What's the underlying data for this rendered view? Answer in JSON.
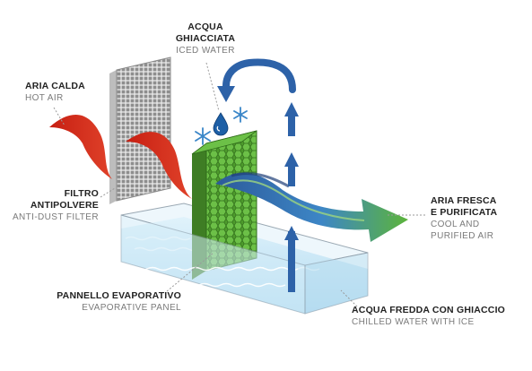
{
  "labels": {
    "iced_water": {
      "it": "ACQUA GHIACCIATA",
      "en": "ICED WATER",
      "it_lines": [
        "ACQUA",
        "GHIACCIATA"
      ]
    },
    "hot_air": {
      "it": "ARIA CALDA",
      "en": "HOT AIR"
    },
    "filter": {
      "it_lines": [
        "FILTRO",
        "ANTIPOLVERE"
      ],
      "en": "ANTI-DUST FILTER"
    },
    "fresh_air": {
      "it_lines": [
        "ARIA FRESCA",
        "E PURIFICATA"
      ],
      "en_lines": [
        "COOL AND",
        "PURIFIED AIR"
      ]
    },
    "panel": {
      "it": "PANNELLO EVAPORATIVO",
      "en": "EVAPORATIVE PANEL"
    },
    "chilled_water": {
      "it": "ACQUA FREDDA CON GHIACCIO",
      "en": "CHILLED WATER WITH ICE"
    }
  },
  "colors": {
    "hot_air": "#d42a1a",
    "cool_air_blue": "#2f6fb5",
    "cool_air_green": "#5fb63a",
    "panel_green": "#4f9a2e",
    "filter_grey": "#9a9a9a",
    "water": "#bfe3f4",
    "arrow_blue": "#2d62a8"
  }
}
